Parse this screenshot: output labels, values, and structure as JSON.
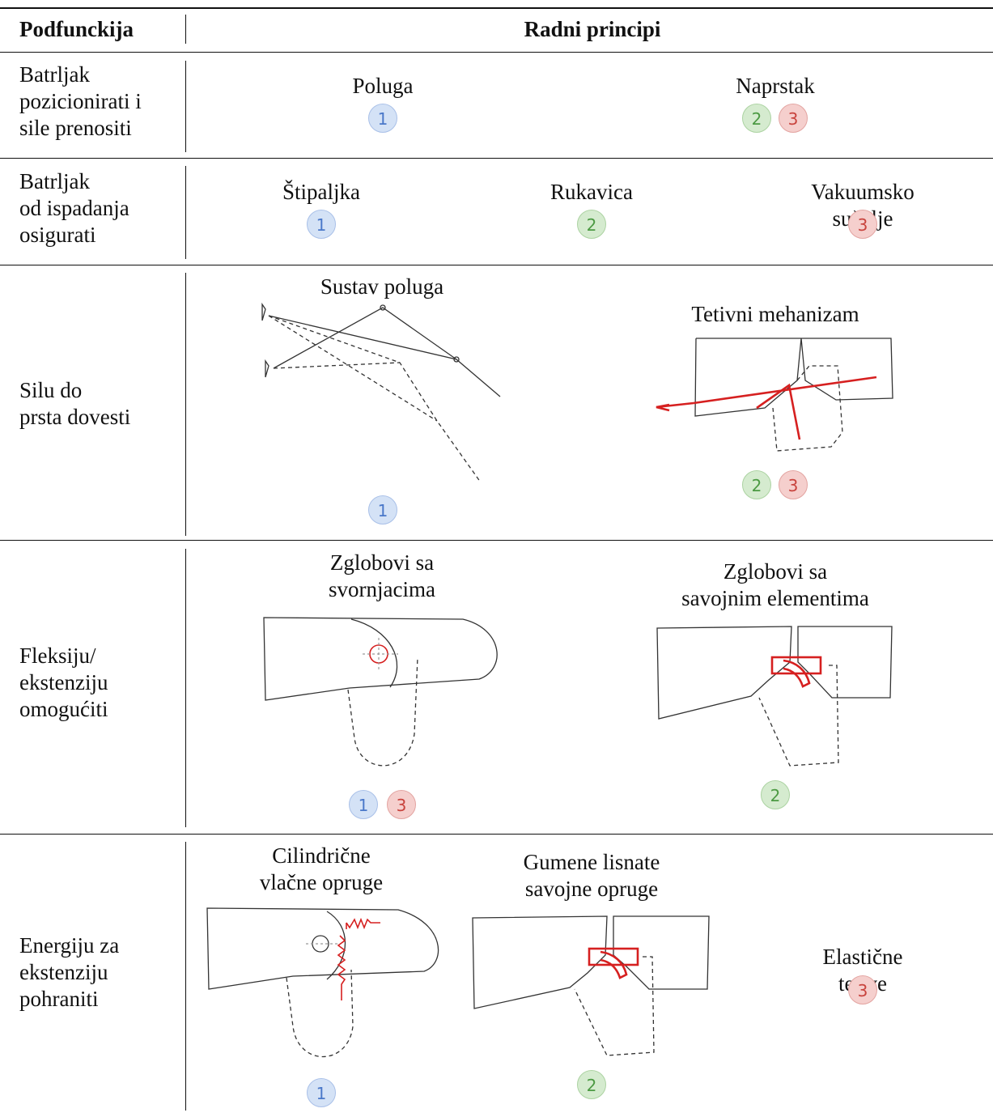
{
  "table": {
    "header": {
      "col1": "Podfunckija",
      "col2": "Radni principi"
    },
    "rows": [
      {
        "subfunction": "Batrljak\npozicionirati i\nsile prenositi",
        "principles": [
          "Poluga",
          "Naprstak"
        ]
      },
      {
        "subfunction": "Batrljak\nod ispadanja\nosigurati",
        "principles": [
          "Štipaljka",
          "Rukavica",
          "Vakuumsko sučelje"
        ]
      },
      {
        "subfunction": "Silu do\nprsta dovesti",
        "principles": [
          "Sustav poluga",
          "Tetivni mehanizam"
        ]
      },
      {
        "subfunction": "Fleksiju/\nekstenziju\nomogućiti",
        "principles": [
          "Zglobovi sa\nsvornjacima",
          "Zglobovi sa\nsavojnim elementima"
        ]
      },
      {
        "subfunction": "Energiju za\nekstenziju\npohraniti",
        "principles": [
          "Cilindrične\nvlačne opruge",
          "Gumene lisnate\nsavojne opruge",
          "Elastične tetive"
        ]
      }
    ]
  },
  "badges": {
    "one": "1",
    "two": "2",
    "three": "3"
  },
  "colors": {
    "variant_1": "#d4e2f6",
    "variant_2": "#d5ebcf",
    "variant_3": "#f5cfcd",
    "sketch_red": "#d62020"
  }
}
